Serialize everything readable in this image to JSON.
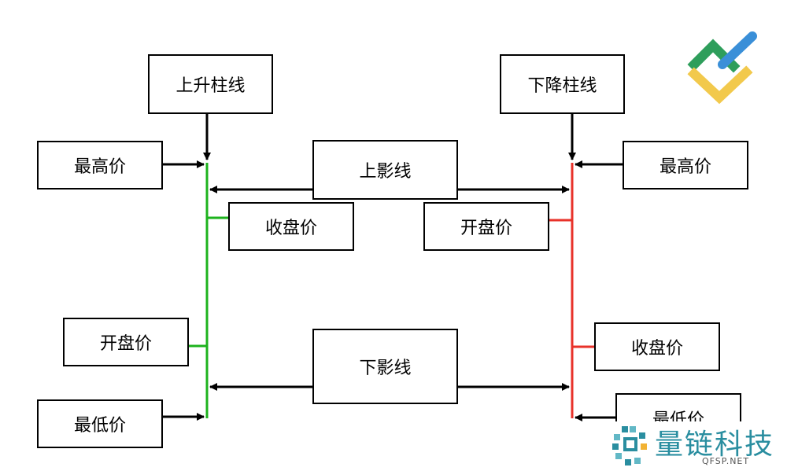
{
  "labels": {
    "rise_bar": "上升柱线",
    "fall_bar": "下降柱线",
    "upper_shadow": "上影线",
    "lower_shadow": "下影线",
    "left_high": "最高价",
    "left_close": "收盘价",
    "left_open": "开盘价",
    "left_low": "最低价",
    "right_high": "最高价",
    "right_open": "开盘价",
    "right_close": "收盘价",
    "right_low": "最低价"
  },
  "watermark": {
    "title": "量链科技",
    "subtitle": "QFSP.NET"
  },
  "colors": {
    "rise": "#1db31d",
    "fall": "#e8322a",
    "arrow": "#000000",
    "logo_green": "#2e9e5b",
    "logo_yellow": "#f2c94c",
    "logo_blue": "#3a8fd8",
    "watermark_teal": "#2a8ea0"
  }
}
